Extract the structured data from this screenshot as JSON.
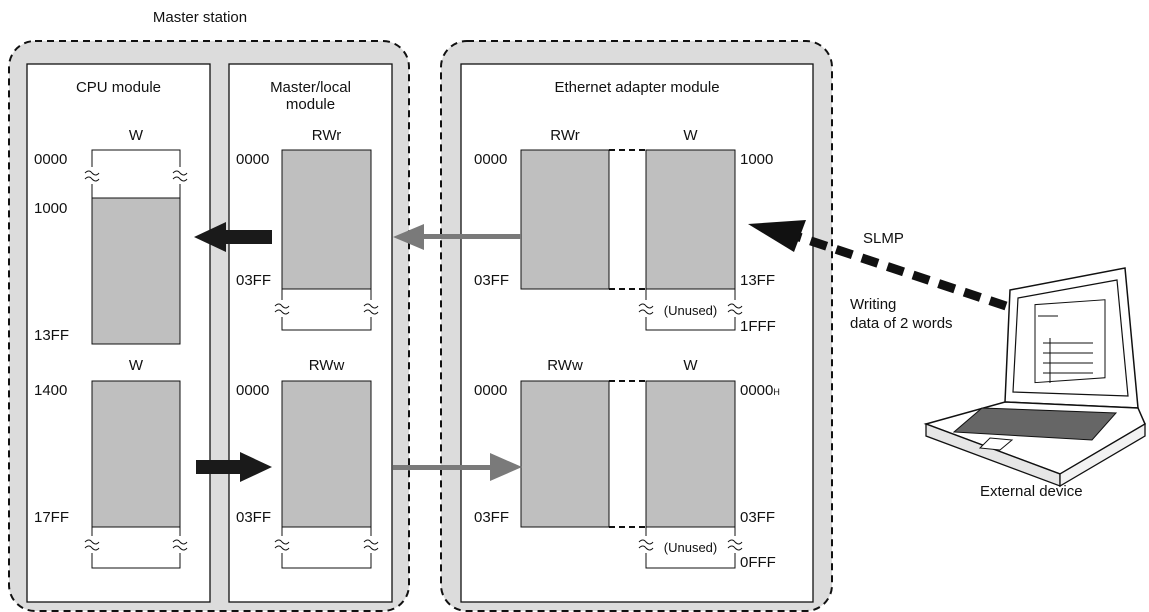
{
  "master_station": {
    "title": "Master station",
    "cpu_module": {
      "title": "CPU module",
      "upper_area": {
        "label": "W",
        "start": "0000",
        "data_start": "1000",
        "data_end": "13FF"
      },
      "lower_area": {
        "label": "W",
        "start": "1400",
        "end": "17FF"
      }
    },
    "master_local_module": {
      "title": "Master/local module",
      "rwr_area": {
        "label": "RWr",
        "start": "0000",
        "end": "03FF"
      },
      "rww_area": {
        "label": "RWw",
        "start": "0000",
        "end": "03FF"
      }
    }
  },
  "ethernet_adapter": {
    "title": "Ethernet adapter module",
    "rwr_area": {
      "label": "RWr",
      "start": "0000",
      "end": "03FF"
    },
    "w_upper": {
      "label": "W",
      "start": "1000",
      "end": "13FF",
      "unused_label": "(Unused)",
      "unused_end": "1FFF"
    },
    "rww_area": {
      "label": "RWw",
      "start": "0000",
      "end": "03FF"
    },
    "w_lower": {
      "label": "W",
      "start": "0000",
      "subscript": "H",
      "end": "03FF",
      "unused_label": "(Unused)",
      "unused_end": "0FFF"
    }
  },
  "external": {
    "protocol": "SLMP",
    "action_line1": "Writing",
    "action_line2": "data of 2 words",
    "device_label": "External device"
  },
  "colors": {
    "panel_fill": "#dcdcdc",
    "area_fill": "#bfbfbf",
    "arrow_dark": "#1a1a1a",
    "arrow_gray": "#7a7a7a"
  }
}
